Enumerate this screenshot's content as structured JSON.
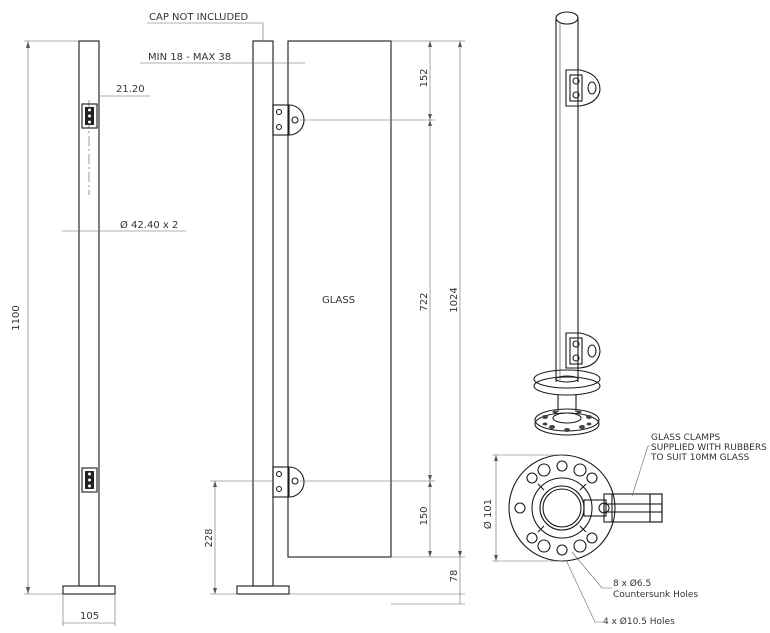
{
  "labels": {
    "cap_note": "CAP NOT INCLUDED",
    "glass_gap": "MIN 18 - MAX 38",
    "glass": "GLASS",
    "clamp_note_1": "GLASS CLAMPS",
    "clamp_note_2": "SUPPLIED WITH RUBBERS",
    "clamp_note_3": "TO SUIT 10MM GLASS",
    "countersunk_1": "8 x Ø6.5",
    "countersunk_2": "Countersunk Holes",
    "holes": "4 x Ø10.5 Holes"
  },
  "dimensions": {
    "total_height": "1100",
    "clamp_offset": "21.20",
    "post_diameter": "Ø 42.40 x 2",
    "base_width": "105",
    "top_gap": "152",
    "clamp_spacing": "722",
    "glass_height": "1024",
    "bottom_gap": "150",
    "clamp_height": "228",
    "base_clearance": "78",
    "base_diameter": "Ø 101"
  }
}
